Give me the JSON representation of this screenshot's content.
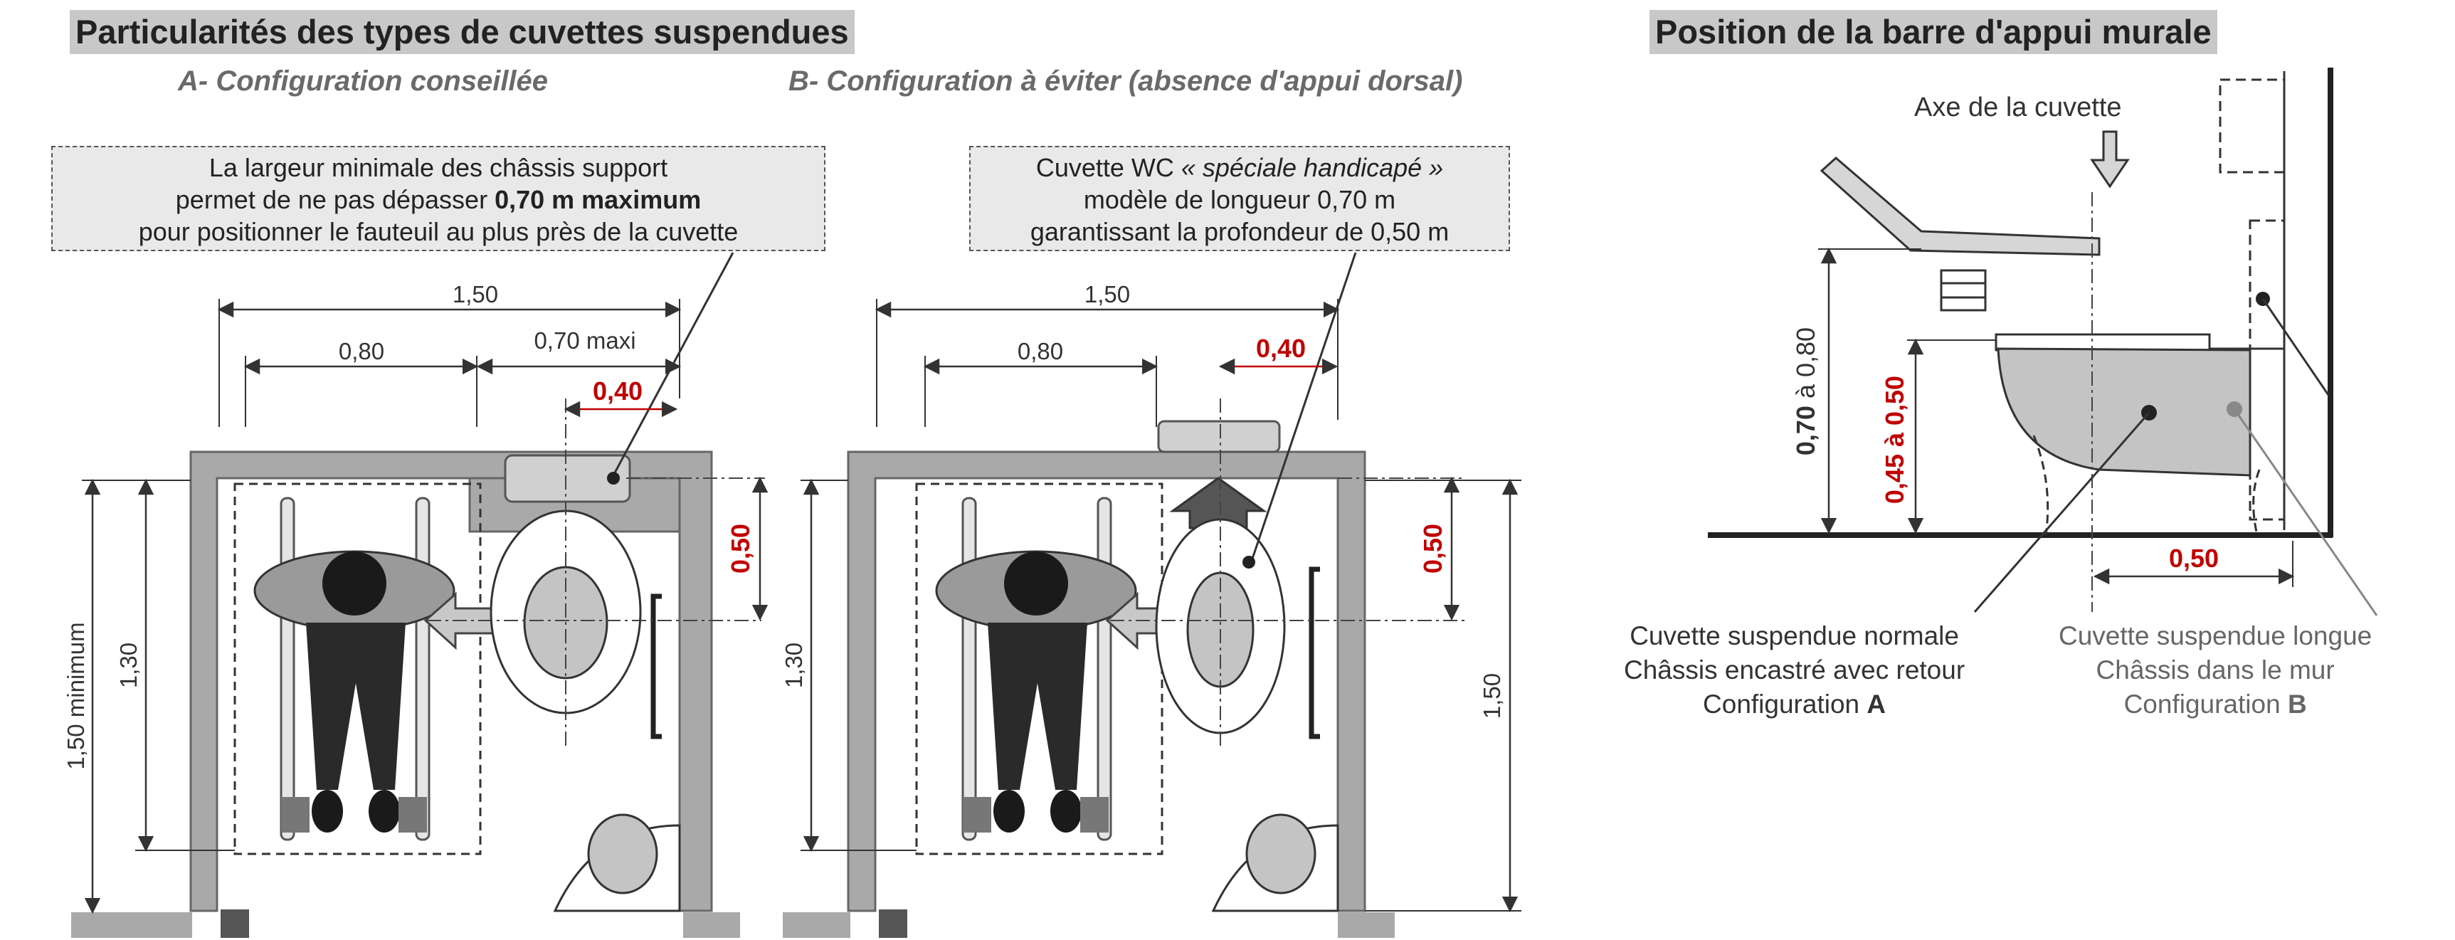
{
  "left_section": {
    "title": "Particularités des types de cuvettes suspendues",
    "sub_a": "A- Configuration conseillée",
    "sub_b": "B- Configuration à éviter (absence d'appui dorsal)",
    "note_a": {
      "line1": "La largeur minimale des châssis support",
      "line2_pre": "permet de ne pas dépasser ",
      "line2_bold": "0,70 m  maximum",
      "line3": "pour positionner le fauteuil au plus près de la cuvette"
    },
    "note_b": {
      "line1_pre": "Cuvette WC ",
      "line1_italic": "« spéciale handicapé »",
      "line2": "modèle de longueur 0,70 m",
      "line3": "garantissant la profondeur de 0,50 m"
    },
    "dims_a": {
      "total_width": "1,50",
      "width_080": "0,80",
      "max_070": "0,70 maxi",
      "red_040": "0,40",
      "red_050": "0,50",
      "height_min": "1,50 minimum",
      "height_130": "1,30"
    },
    "dims_b": {
      "total_width": "1,50",
      "width_080": "0,80",
      "red_040": "0,40",
      "red_050": "0,50",
      "height_130": "1,30",
      "height_150": "1,50"
    }
  },
  "right_section": {
    "title": "Position de la barre d'appui murale",
    "axis_label": "Axe de la cuvette",
    "height_bold": "0,70",
    "height_rest": " à 0,80",
    "red_height": "0,45 à 0,50",
    "red_depth": "0,50",
    "caption_a": {
      "line1": "Cuvette suspendue normale",
      "line2": "Châssis encastré avec retour",
      "line3_pre": "Configuration ",
      "line3_bold": "A"
    },
    "caption_b": {
      "line1": "Cuvette suspendue longue",
      "line2": "Châssis dans le mur",
      "line3_pre": "Configuration ",
      "line3_bold": "B"
    }
  },
  "colors": {
    "wall": "#a9a9a9",
    "dimension_red": "#c00000",
    "title_band": "#c8c8c8"
  }
}
